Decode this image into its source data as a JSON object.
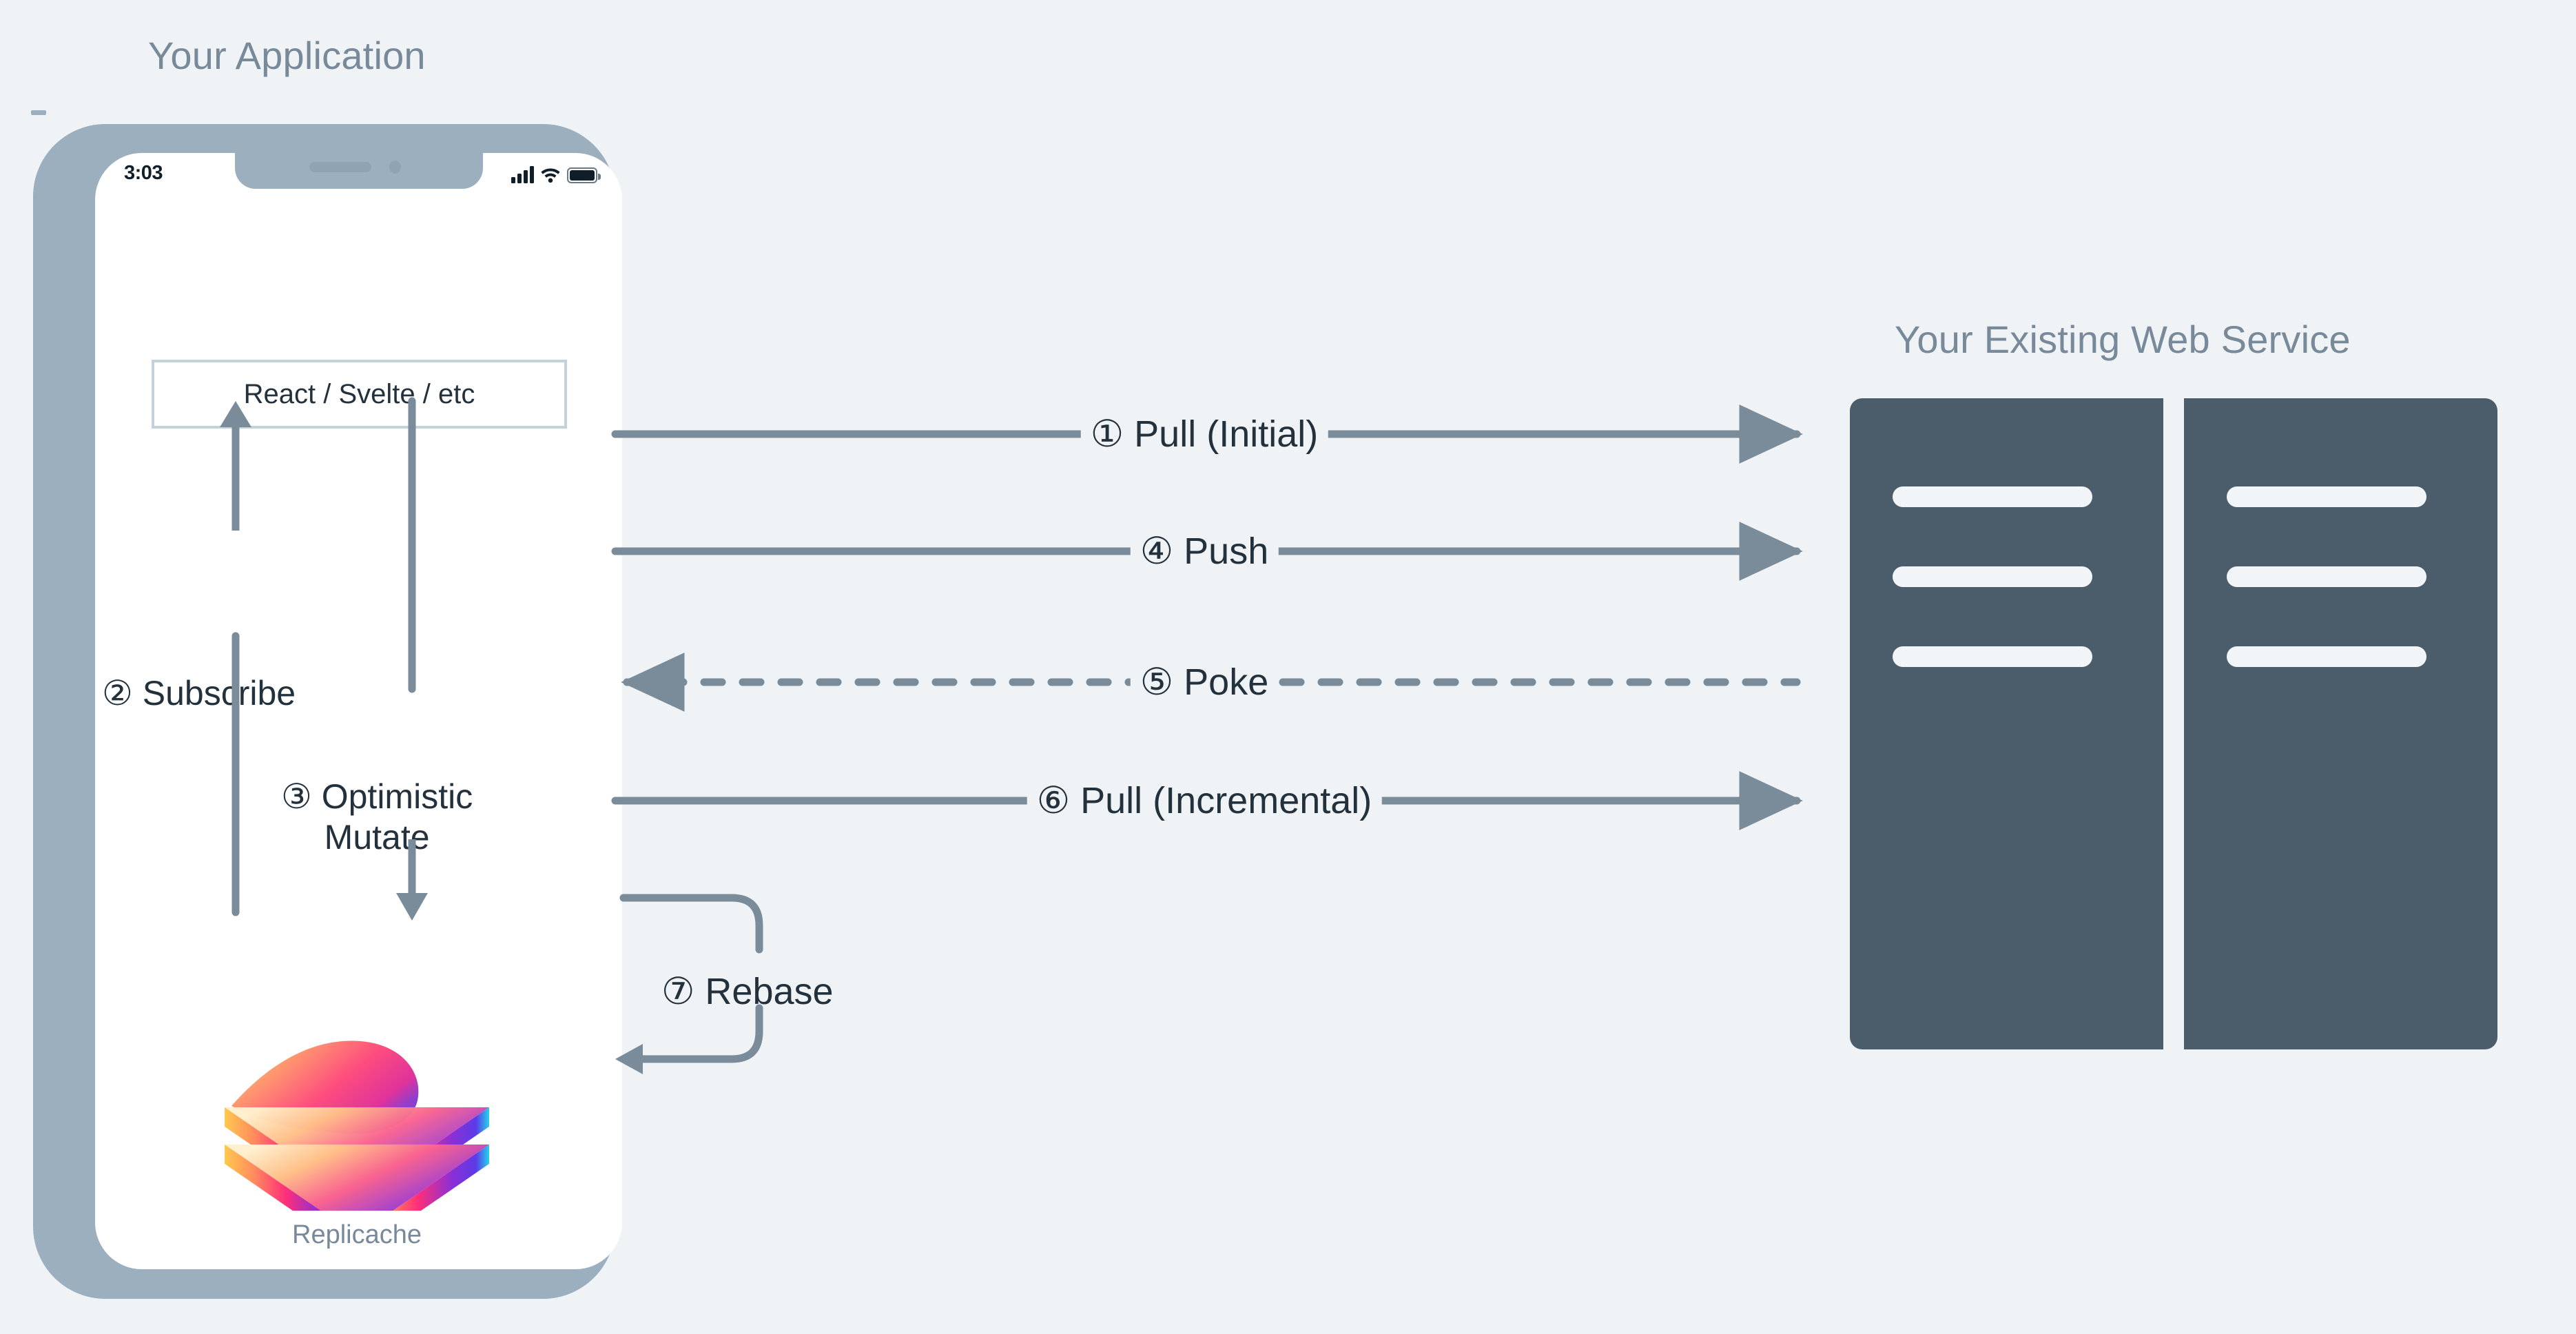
{
  "background_color": "#eff3f6",
  "accent_colors": {
    "heading_gray": "#78899a",
    "text_dark": "#23313c",
    "phone_frame": "#9cafbf",
    "server_dark": "#4b5c6b",
    "arrow_gray": "#7a8b9a",
    "box_border": "#c5d2dc"
  },
  "app": {
    "title": "Your Application",
    "phone": {
      "status_bar": {
        "time": "3:03",
        "signal_icon": "cellular-signal-icon",
        "wifi_icon": "wifi-icon",
        "battery_icon": "battery-icon"
      },
      "framework_box_label": "React / Svelte / etc",
      "steps": [
        {
          "num": "②",
          "label": "Subscribe"
        },
        {
          "num": "③",
          "label_line1": "Optimistic",
          "label_line2": "Mutate"
        }
      ],
      "replicache": {
        "caption": "Replicache",
        "logo_icon": "replicache-layers-logo"
      }
    }
  },
  "service": {
    "title": "Your Existing Web Service",
    "racks": [
      {
        "name": "server-rack-1",
        "slots": 3
      },
      {
        "name": "server-rack-2",
        "slots": 3
      }
    ]
  },
  "network_flows": [
    {
      "id": "pull-initial",
      "num": "①",
      "label": "① Pull (Initial)",
      "direction": "right",
      "style": "solid"
    },
    {
      "id": "push",
      "num": "④",
      "label": "④ Push",
      "direction": "right",
      "style": "solid"
    },
    {
      "id": "poke",
      "num": "⑤",
      "label": "⑤ Poke",
      "direction": "left",
      "style": "dashed"
    },
    {
      "id": "pull-incremental",
      "num": "⑥",
      "label": "⑥ Pull (Incremental)",
      "direction": "right",
      "style": "solid"
    },
    {
      "id": "rebase",
      "num": "⑦",
      "label": "⑦ Rebase",
      "direction": "loop",
      "style": "solid"
    }
  ]
}
